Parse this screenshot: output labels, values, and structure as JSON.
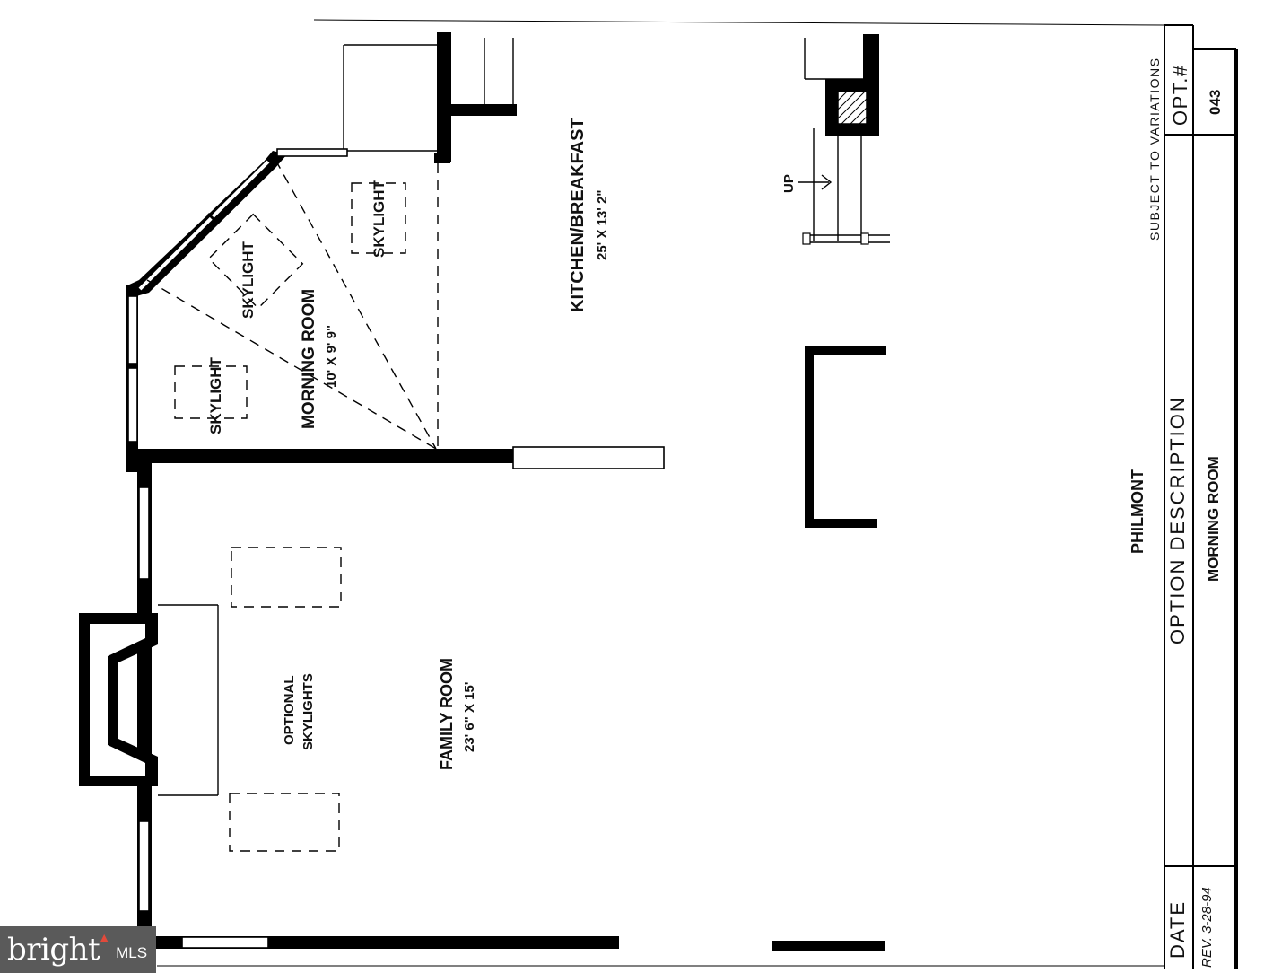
{
  "title_block": {
    "subject_note": "SUBJECT TO VARIATIONS",
    "opt_header": "OPT.#",
    "opt_number": "043",
    "description_header": "OPTION DESCRIPTION",
    "description": "MORNING ROOM",
    "model_name": "PHILMONT",
    "date_header": "DATE",
    "date_value": "REV. 3-28-94"
  },
  "rooms": {
    "kitchen": {
      "name": "KITCHEN/BREAKFAST",
      "size": "25' X 13' 2\""
    },
    "morning": {
      "name": "MORNING ROOM",
      "size": "10' X 9' 9\""
    },
    "family": {
      "name": "FAMILY ROOM",
      "size": "23' 6\" X 15'"
    }
  },
  "labels": {
    "skylight_1": "SKYLIGHT",
    "skylight_2": "SKYLIGHT",
    "skylight_3": "SKYLIGHT",
    "optional_skylights_1": "OPTIONAL",
    "optional_skylights_2": "SKYLIGHTS",
    "stair_up": "UP"
  },
  "brand": {
    "name": "bright",
    "suffix": "MLS"
  }
}
